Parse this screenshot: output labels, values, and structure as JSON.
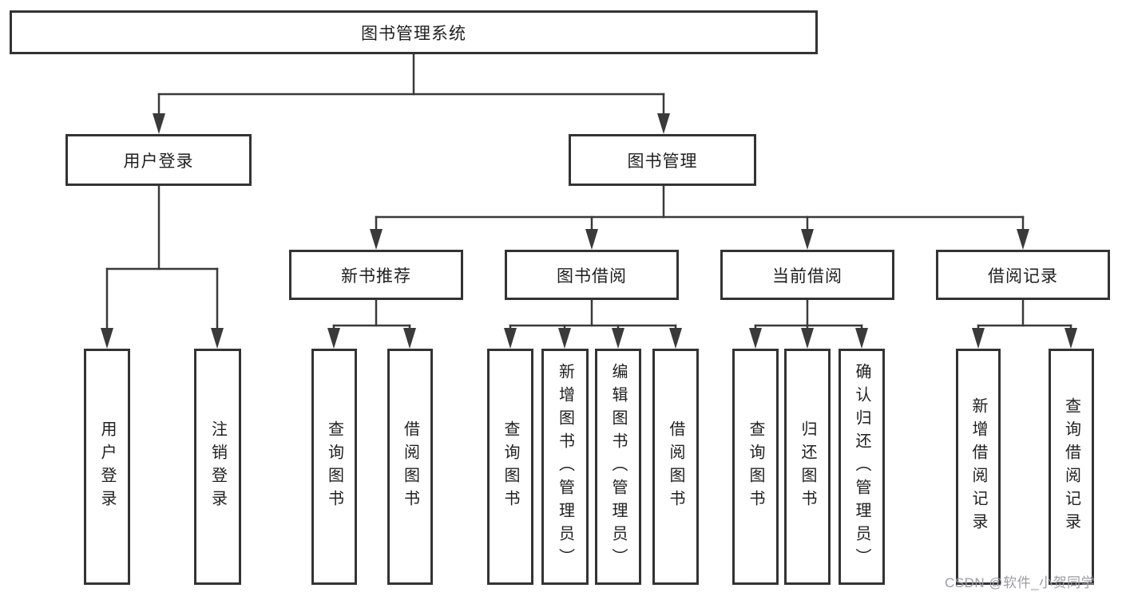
{
  "diagram": {
    "root": {
      "label": "图书管理系统"
    },
    "level2": [
      {
        "label": "用户登录"
      },
      {
        "label": "图书管理"
      }
    ],
    "level3": [
      {
        "label": "新书推荐"
      },
      {
        "label": "图书借阅"
      },
      {
        "label": "当前借阅"
      },
      {
        "label": "借阅记录"
      }
    ],
    "leaves": [
      {
        "label": "用户登录",
        "parent": "用户登录"
      },
      {
        "label": "注销登录",
        "parent": "用户登录"
      },
      {
        "label": "查询图书",
        "parent": "新书推荐"
      },
      {
        "label": "借阅图书",
        "parent": "新书推荐"
      },
      {
        "label": "查询图书",
        "parent": "图书借阅"
      },
      {
        "label": "新增图书（管理员）",
        "parent": "图书借阅"
      },
      {
        "label": "编辑图书（管理员）",
        "parent": "图书借阅"
      },
      {
        "label": "借阅图书",
        "parent": "图书借阅"
      },
      {
        "label": "查询图书",
        "parent": "当前借阅"
      },
      {
        "label": "归还图书",
        "parent": "当前借阅"
      },
      {
        "label": "确认归还（管理员）",
        "parent": "当前借阅"
      },
      {
        "label": "新增借阅记录",
        "parent": "借阅记录"
      },
      {
        "label": "查询借阅记录",
        "parent": "借阅记录"
      }
    ]
  },
  "watermark": {
    "text": "CSDN @软件_小贺同学"
  },
  "colors": {
    "line": "#3a3a3a",
    "box_border": "#333333",
    "text": "#1f1f1f",
    "watermark": "#9b9ba3",
    "background": "#ffffff"
  }
}
